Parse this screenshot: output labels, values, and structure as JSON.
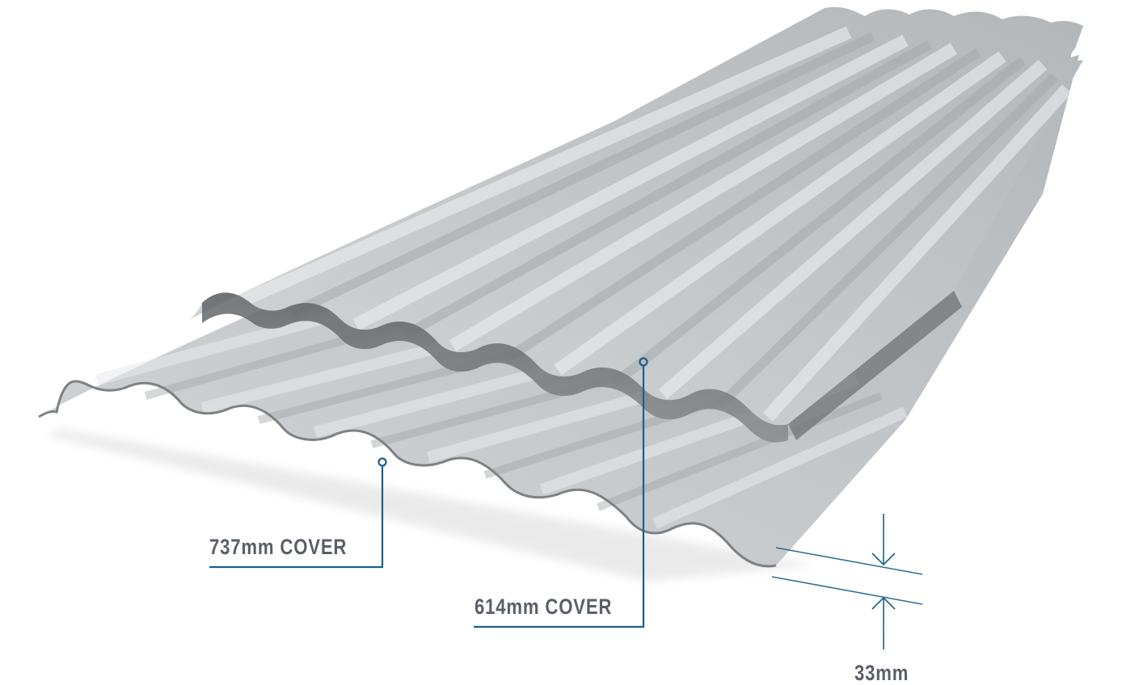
{
  "figure": {
    "subject": "corrugated roofing sheets, two overlapping sheets",
    "colors": {
      "sheet_light": "#d6d8da",
      "sheet_mid": "#b9bcbf",
      "sheet_dark": "#6c6f72",
      "callout_line": "#1d5f86",
      "label_text": "#5a5f66",
      "background": "#ffffff"
    }
  },
  "callouts": [
    {
      "id": "cover_737",
      "label": "737mm COVER",
      "marker": "circle-pin",
      "target": "lower sheet"
    },
    {
      "id": "cover_614",
      "label": "614mm COVER",
      "marker": "circle-pin",
      "target": "upper sheet"
    },
    {
      "id": "depth_33",
      "label": "33mm",
      "marker": "opposing-arrows",
      "target": "corrugation depth"
    }
  ]
}
